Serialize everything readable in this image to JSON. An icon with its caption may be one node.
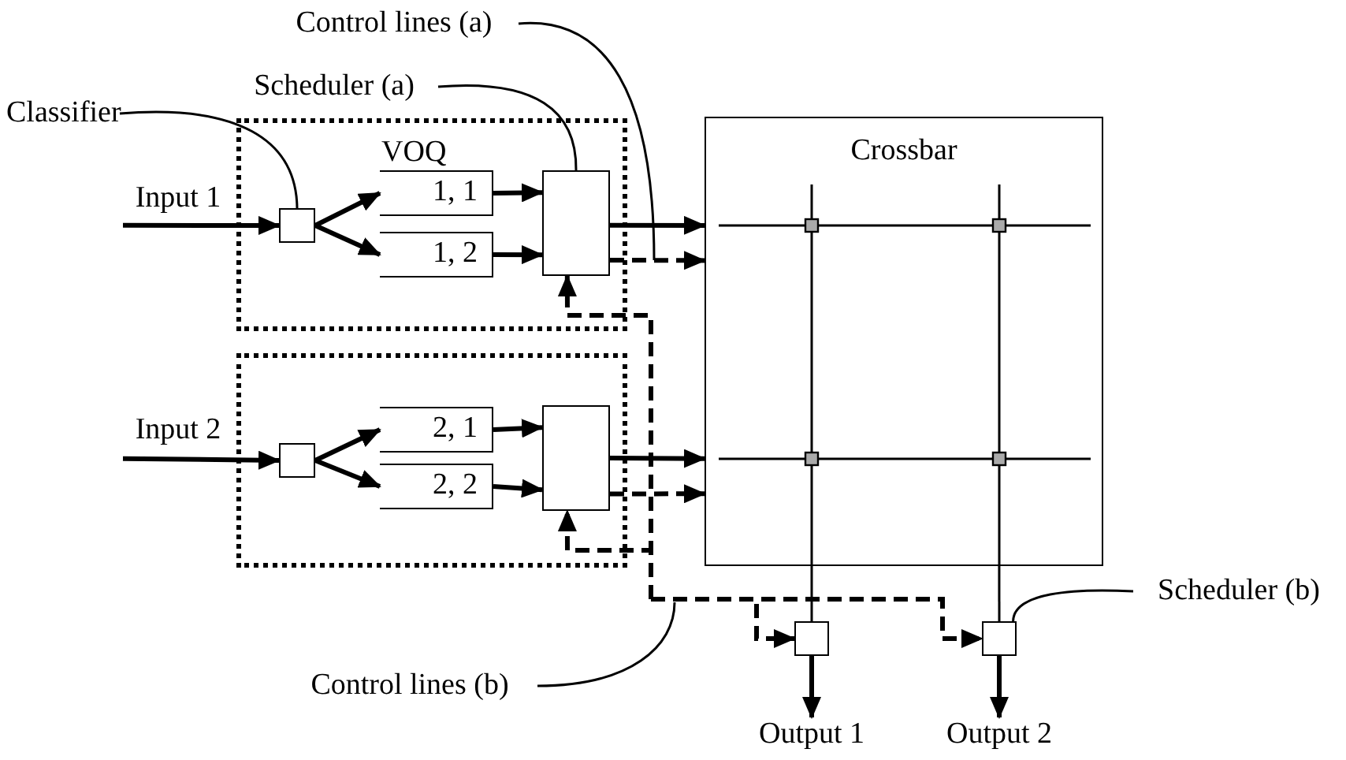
{
  "diagram": {
    "nodes": [
      {
        "text": [],
        "shape": "box"
      },
      {
        "text": [],
        "shape": "box",
        "in": 0
      },
      {
        "text": [
          "1, 1"
        ],
        "in": 0
      },
      {
        "text": [
          "1, 2"
        ],
        "in": 0
      },
      {
        "text": [],
        "shape": "box",
        "in": 0
      },
      {
        "text": [],
        "shape": "box"
      },
      {
        "text": [],
        "shape": "box",
        "in": 5
      },
      {
        "text": [
          "2, 1"
        ],
        "in": 5
      },
      {
        "text": [
          "2, 2"
        ],
        "in": 5
      },
      {
        "text": [],
        "shape": "box",
        "in": 5
      },
      {
        "text": [
          "Crossbar"
        ]
      },
      {
        "text": [],
        "shape": "box"
      },
      {
        "text": [],
        "shape": "box"
      },
      {
        "text": [
          "Output 1"
        ]
      },
      {
        "text": [
          "Output 2"
        ]
      },
      {
        "text": [
          "Classifier"
        ]
      },
      {
        "text": [
          "Scheduler (a)"
        ]
      },
      {
        "text": [
          "Control lines (a)"
        ]
      },
      {
        "text": [
          "Scheduler (b)"
        ]
      },
      {
        "text": [
          "Control lines (b)"
        ]
      },
      {
        "text": [
          "Input 1"
        ]
      },
      {
        "text": [
          "Input 2"
        ]
      }
    ],
    "edges": [
      {
        "from": 20,
        "to": 1,
        "arrow": "to"
      },
      {
        "from": 1,
        "to": 2,
        "arrow": "to"
      },
      {
        "from": 1,
        "to": 3,
        "arrow": "to"
      },
      {
        "from": 2,
        "to": 4,
        "arrow": "to"
      },
      {
        "from": 3,
        "to": 4,
        "arrow": "to"
      },
      {
        "from": 4,
        "to": 10,
        "arrow": "to"
      },
      {
        "from": 4,
        "to": 10,
        "arrow": "to",
        "style": "dashed"
      },
      {
        "from": 21,
        "to": 6,
        "arrow": "to"
      },
      {
        "from": 6,
        "to": 7,
        "arrow": "to"
      },
      {
        "from": 6,
        "to": 8,
        "arrow": "to"
      },
      {
        "from": 7,
        "to": 9,
        "arrow": "to"
      },
      {
        "from": 8,
        "to": 9,
        "arrow": "to"
      },
      {
        "from": 9,
        "to": 10,
        "arrow": "to"
      },
      {
        "from": 9,
        "to": 10,
        "arrow": "to",
        "style": "dashed"
      },
      {
        "from": null,
        "to": 4,
        "arrow": "to",
        "style": "dashed"
      },
      {
        "from": null,
        "to": 9,
        "arrow": "to",
        "style": "dashed"
      },
      {
        "from": null,
        "to": 11,
        "arrow": "to",
        "style": "dashed"
      },
      {
        "from": null,
        "to": 12,
        "arrow": "to",
        "style": "dashed"
      },
      {
        "from": 10,
        "to": 11,
        "arrow": "none"
      },
      {
        "from": 10,
        "to": 12,
        "arrow": "none"
      },
      {
        "from": 11,
        "to": 13,
        "arrow": "to"
      },
      {
        "from": 12,
        "to": 14,
        "arrow": "to"
      },
      {
        "from": 15,
        "to": 1,
        "arrow": "none"
      },
      {
        "from": 16,
        "to": 4,
        "arrow": "none"
      },
      {
        "from": 17,
        "to": null,
        "arrow": "none"
      },
      {
        "from": 18,
        "to": 12,
        "arrow": "none"
      },
      {
        "from": 19,
        "to": null,
        "arrow": "none"
      }
    ],
    "labels": [
      "VOQ"
    ]
  }
}
